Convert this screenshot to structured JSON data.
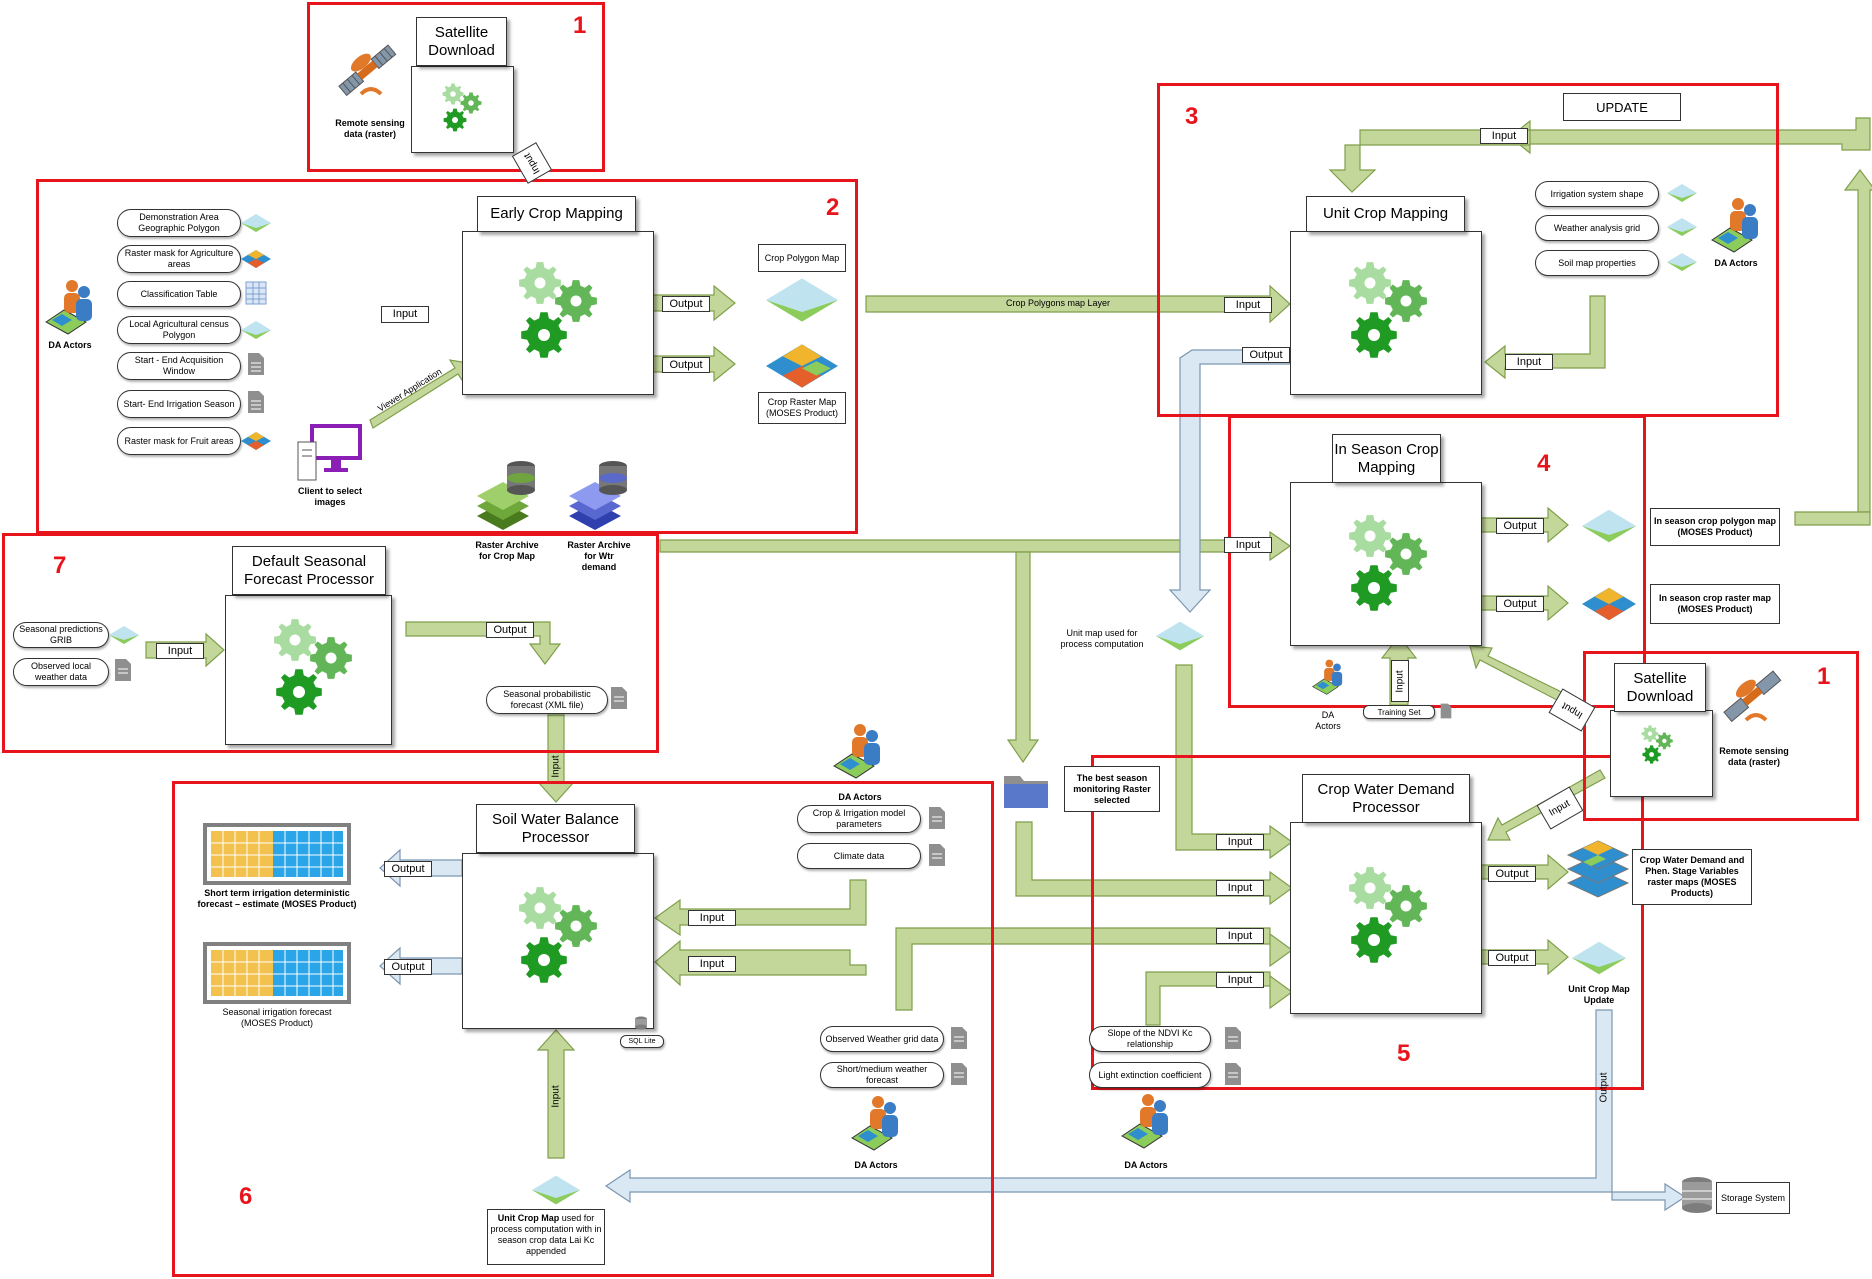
{
  "sections": [
    {
      "number": "1"
    },
    {
      "number": "2"
    },
    {
      "number": "3"
    },
    {
      "number": "4"
    },
    {
      "number": "5"
    },
    {
      "number": "6"
    },
    {
      "number": "7"
    },
    {
      "number": "1"
    }
  ],
  "processors": {
    "satellite_top": "Satellite Download",
    "satellite_right": "Satellite Download",
    "early_crop": "Early Crop Mapping",
    "unit_crop": "Unit Crop Mapping",
    "in_season": "In Season Crop Mapping",
    "crop_water": "Crop Water Demand Processor",
    "soil_water": "Soil Water Balance Processor",
    "seasonal": "Default Seasonal Forecast Processor"
  },
  "section2": {
    "inputs": [
      "Demonstration Area Geographic Polygon",
      "Raster mask for Agriculture areas",
      "Classification Table",
      "Local Agricultural census Polygon",
      "Start - End Acquisition Window",
      "Start- End Irrigation Season",
      "Raster mask for Fruit areas"
    ],
    "actors": "DA Actors",
    "input_label": "Input",
    "client": "Client to select images",
    "viewer": "Viewer Application",
    "out1": "Output",
    "out2": "Output",
    "crop_polygon_map": "Crop Polygon Map",
    "crop_raster_map": "Crop Raster Map (MOSES Product)",
    "archive_crop": "Raster Archive for Crop Map",
    "archive_wtr": "Raster Archive for Wtr demand"
  },
  "section1_top": {
    "remote": "Remote sensing data (raster)",
    "input": "Input"
  },
  "section3": {
    "update": "UPDATE",
    "input_top": "Input",
    "inputs": [
      "Irrigation system shape",
      "Weather analysis grid",
      "Soil map properties"
    ],
    "actors": "DA Actors",
    "polygons_layer": "Crop Polygons map Layer",
    "input_left": "Input",
    "input_bottom": "Input",
    "output": "Output"
  },
  "section4": {
    "input": "Input",
    "out1": "Output",
    "out2": "Output",
    "polygon_map": "In season crop polygon map (MOSES Product)",
    "raster_map": "In season crop raster map (MOSES Product)",
    "actors": "DA Actors",
    "training": "Training Set",
    "input_up": "Input",
    "input_diag": "Input"
  },
  "section1_right": {
    "remote": "Remote sensing data (raster)",
    "input_diag": "Input"
  },
  "middle": {
    "unit_map_used": "Unit map used for process computation",
    "best_season": "The best season monitoring Raster selected"
  },
  "section5": {
    "inputs": [
      "Input",
      "Input",
      "Input",
      "Input"
    ],
    "out1": "Output",
    "out2": "Output",
    "cwd_maps": "Crop Water Demand and Phen. Stage Variables raster maps (MOSES Products)",
    "unit_update": "Unit Crop Map Update",
    "slope": "Slope of the NDVI Kc relationship",
    "light": "Light extinction coefficient",
    "actors": "DA Actors",
    "output_down": "Output",
    "storage": "Storage System"
  },
  "section6": {
    "actors_top": "DA Actors",
    "crop_params": "Crop & Irrigation model parameters",
    "climate": "Climate data",
    "input1": "Input",
    "input2": "Input",
    "out1": "Output",
    "out2": "Output",
    "short_term": "Short term irrigation deterministic forecast – estimate (MOSES Product)",
    "seasonal_irr": "Seasonal irrigation forecast (MOSES Product)",
    "sql": "SQL Lite",
    "obs_grid": "Observed Weather grid data",
    "short_medium": "Short/medium weather forecast",
    "actors_bottom": "DA Actors",
    "input_up": "Input",
    "unit_crop_used_bold": "Unit Crop Map",
    "unit_crop_used": "used for process computation with in season crop data Lai Kc appended"
  },
  "section7": {
    "inputs": [
      "Seasonal predictions GRIB",
      "Observed local weather data"
    ],
    "input": "Input",
    "output": "Output",
    "forecast": "Seasonal probabilistic forecast (XML file)",
    "input_down": "Input"
  },
  "colors": {
    "red": "#e8141b",
    "arrow_green": "#c4d79b",
    "arrow_blue": "#dae8f3",
    "gear_light": "#a9dca0",
    "gear_mid": "#62b657",
    "gear_dark": "#1f9a23"
  }
}
